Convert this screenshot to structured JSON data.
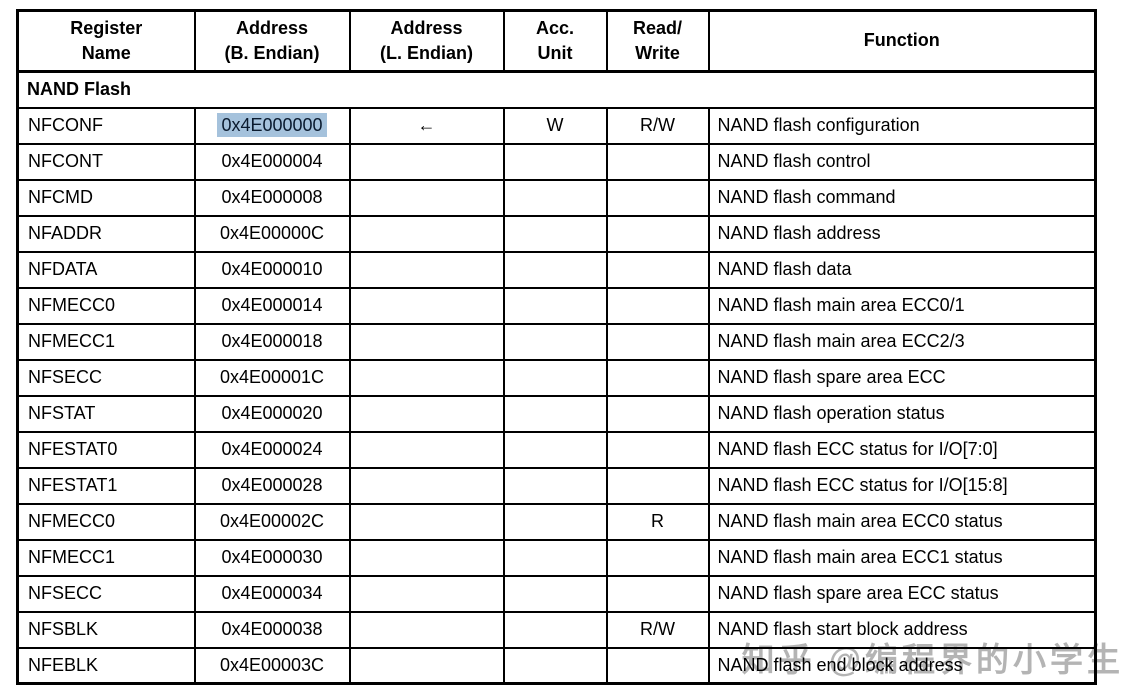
{
  "watermark": "知乎 @编程界的小学生",
  "colors": {
    "selection_highlight": "#a5c2dc",
    "watermark_gray": "#b4b4b4",
    "table_border": "#000000"
  },
  "table": {
    "headers": [
      "Register\nName",
      "Address\n(B. Endian)",
      "Address\n(L. Endian)",
      "Acc.\nUnit",
      "Read/\nWrite",
      "Function"
    ],
    "section": "NAND Flash",
    "rows": [
      {
        "name": "NFCONF",
        "addr_be": "0x4E000000",
        "addr_le": "←",
        "acc": "W",
        "rw": "R/W",
        "func": "NAND flash configuration",
        "selected": true
      },
      {
        "name": "NFCONT",
        "addr_be": "0x4E000004",
        "addr_le": "",
        "acc": "",
        "rw": "",
        "func": "NAND flash control",
        "selected": false
      },
      {
        "name": "NFCMD",
        "addr_be": "0x4E000008",
        "addr_le": "",
        "acc": "",
        "rw": "",
        "func": "NAND flash command",
        "selected": false
      },
      {
        "name": "NFADDR",
        "addr_be": "0x4E00000C",
        "addr_le": "",
        "acc": "",
        "rw": "",
        "func": "NAND flash address",
        "selected": false
      },
      {
        "name": "NFDATA",
        "addr_be": "0x4E000010",
        "addr_le": "",
        "acc": "",
        "rw": "",
        "func": "NAND flash data",
        "selected": false
      },
      {
        "name": "NFMECC0",
        "addr_be": "0x4E000014",
        "addr_le": "",
        "acc": "",
        "rw": "",
        "func": "NAND flash main area ECC0/1",
        "selected": false
      },
      {
        "name": "NFMECC1",
        "addr_be": "0x4E000018",
        "addr_le": "",
        "acc": "",
        "rw": "",
        "func": "NAND flash main area ECC2/3",
        "selected": false
      },
      {
        "name": "NFSECC",
        "addr_be": "0x4E00001C",
        "addr_le": "",
        "acc": "",
        "rw": "",
        "func": "NAND flash spare area ECC",
        "selected": false
      },
      {
        "name": "NFSTAT",
        "addr_be": "0x4E000020",
        "addr_le": "",
        "acc": "",
        "rw": "",
        "func": "NAND flash operation status",
        "selected": false
      },
      {
        "name": "NFESTAT0",
        "addr_be": "0x4E000024",
        "addr_le": "",
        "acc": "",
        "rw": "",
        "func": "NAND flash ECC status for I/O[7:0]",
        "selected": false
      },
      {
        "name": "NFESTAT1",
        "addr_be": "0x4E000028",
        "addr_le": "",
        "acc": "",
        "rw": "",
        "func": "NAND flash ECC status for I/O[15:8]",
        "selected": false
      },
      {
        "name": "NFMECC0",
        "addr_be": "0x4E00002C",
        "addr_le": "",
        "acc": "",
        "rw": "R",
        "func": "NAND flash main area ECC0 status",
        "selected": false
      },
      {
        "name": "NFMECC1",
        "addr_be": "0x4E000030",
        "addr_le": "",
        "acc": "",
        "rw": "",
        "func": "NAND flash main area ECC1 status",
        "selected": false
      },
      {
        "name": "NFSECC",
        "addr_be": "0x4E000034",
        "addr_le": "",
        "acc": "",
        "rw": "",
        "func": "NAND flash spare area ECC status",
        "selected": false
      },
      {
        "name": "NFSBLK",
        "addr_be": "0x4E000038",
        "addr_le": "",
        "acc": "",
        "rw": "R/W",
        "func": "NAND flash start block address",
        "selected": false
      },
      {
        "name": "NFEBLK",
        "addr_be": "0x4E00003C",
        "addr_le": "",
        "acc": "",
        "rw": "",
        "func": "NAND flash end block address",
        "selected": false
      }
    ]
  }
}
